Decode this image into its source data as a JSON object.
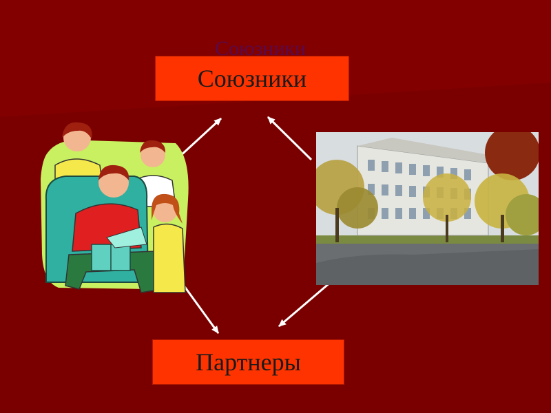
{
  "slide": {
    "title_ghost": "Союзники",
    "top_box_label": "Союзники",
    "bottom_box_label": "Партнеры"
  },
  "images": {
    "left": "family-clipart",
    "right": "school-building-photo"
  },
  "colors": {
    "background": "#7a0000",
    "box_fill": "#ff3300",
    "arrow": "#ffffff"
  }
}
